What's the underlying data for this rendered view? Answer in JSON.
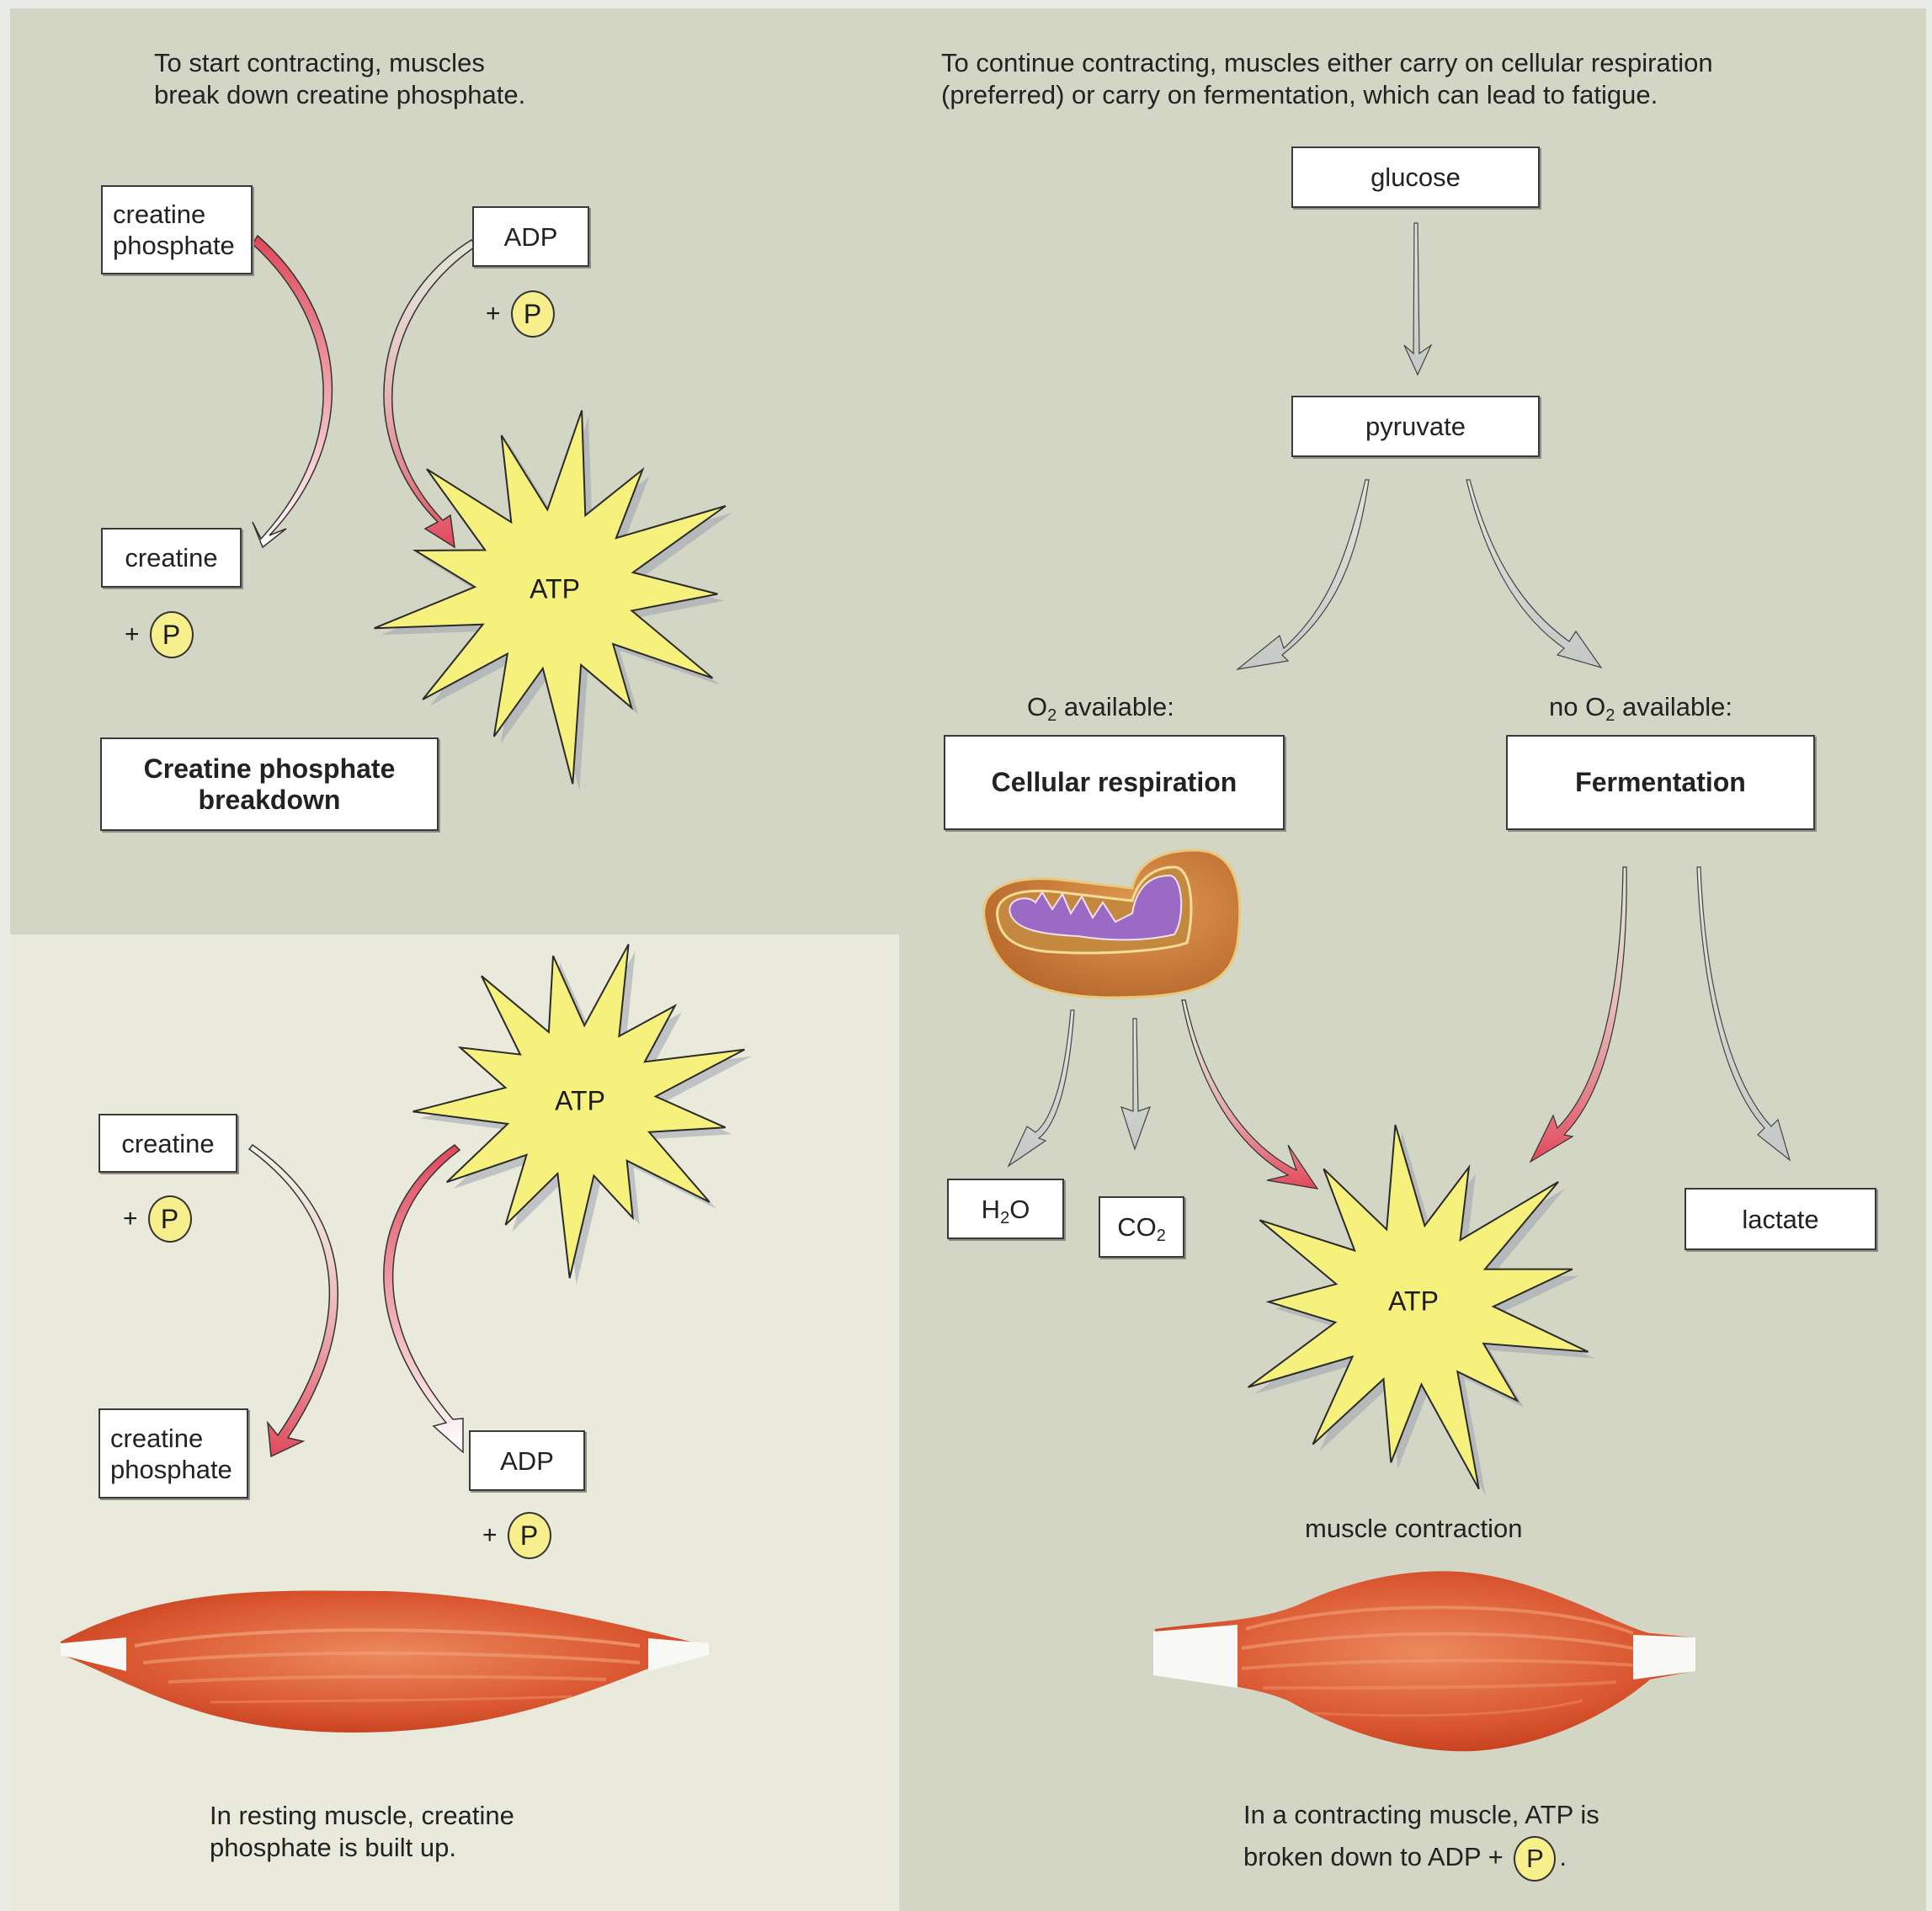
{
  "left_panel": {
    "title_line1": "To start contracting, muscles",
    "title_line2": "break down creatine phosphate.",
    "creatine_phosphate_line1": "creatine",
    "creatine_phosphate_line2": "phosphate",
    "adp": "ADP",
    "plus": "+",
    "p": "P",
    "creatine": "creatine",
    "atp": "ATP",
    "process_line1": "Creatine phosphate",
    "process_line2": "breakdown"
  },
  "resting_panel": {
    "atp": "ATP",
    "creatine": "creatine",
    "plus": "+",
    "p": "P",
    "creatine_phosphate_line1": "creatine",
    "creatine_phosphate_line2": "phosphate",
    "adp": "ADP",
    "caption_line1": "In resting muscle, creatine",
    "caption_line2": "phosphate is built up."
  },
  "right_panel": {
    "title_line1": "To continue contracting, muscles either carry on cellular respiration",
    "title_line2": "(preferred) or carry on fermentation, which can lead to fatigue.",
    "glucose": "glucose",
    "pyruvate": "pyruvate",
    "o2_label_prefix": "O",
    "o2_sub": "2",
    "o2_label_suffix": " available:",
    "no_o2_prefix": "no O",
    "no_o2_sub": "2",
    "no_o2_suffix": " available:",
    "cellular_respiration": "Cellular respiration",
    "fermentation": "Fermentation",
    "h2o_prefix": "H",
    "h2o_sub": "2",
    "h2o_suffix": "O",
    "co2_prefix": "CO",
    "co2_sub": "2",
    "atp": "ATP",
    "lactate": "lactate",
    "muscle_contraction": "muscle contraction",
    "caption_line1": "In a contracting muscle, ATP is",
    "caption_line2_prefix": "broken down to ADP +",
    "caption_p": "P",
    "caption_line2_suffix": "."
  },
  "colors": {
    "background": "#d3d6c5",
    "cream_panel": "#e9eadb",
    "atp_fill": "#f6f07c",
    "phosphate_fill": "#f7ef8c",
    "red_arrow": "#e0505c",
    "gray_arrow": "#c9ccc9",
    "muscle": "#d9552f",
    "mito_outer": "#c8782e",
    "mito_inner": "#9a6ac4"
  }
}
